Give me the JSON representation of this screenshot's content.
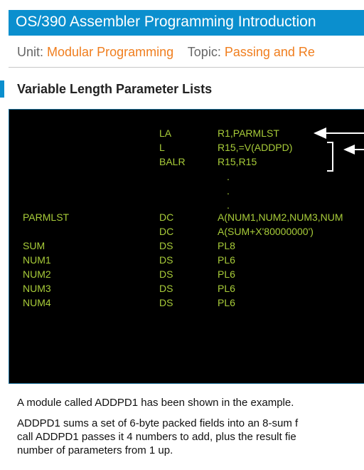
{
  "header": {
    "title": "OS/390 Assembler Programming Introduction"
  },
  "subheader": {
    "unit_label": "Unit:",
    "unit_value": "Modular Programming",
    "topic_label": "Topic:",
    "topic_value": "Passing and Re"
  },
  "section": {
    "title": "Variable Length Parameter Lists"
  },
  "code": {
    "lines": [
      {
        "label": "",
        "op": "LA",
        "operand": "R1,PARMLST"
      },
      {
        "label": "",
        "op": "L",
        "operand": "R15,=V(ADDPD)"
      },
      {
        "label": "",
        "op": "BALR",
        "operand": "R15,R15"
      },
      {
        "label": "PARMLST",
        "op": "DC",
        "operand": "A(NUM1,NUM2,NUM3,NUM"
      },
      {
        "label": "",
        "op": "DC",
        "operand": "A(SUM+X'80000000')"
      },
      {
        "label": "SUM",
        "op": "DS",
        "operand": "PL8"
      },
      {
        "label": "NUM1",
        "op": "DS",
        "operand": "PL6"
      },
      {
        "label": "NUM2",
        "op": "DS",
        "operand": "PL6"
      },
      {
        "label": "NUM3",
        "op": "DS",
        "operand": "PL6"
      },
      {
        "label": "NUM4",
        "op": "DS",
        "operand": "PL6"
      }
    ],
    "ellipsis": [
      ".",
      ".",
      "."
    ]
  },
  "body": {
    "para1": "A module called ADDPD1 has been shown in the example.",
    "para2_lines": [
      "ADDPD1 sums a set of 6-byte packed fields into an 8-sum f",
      "call ADDPD1 passes it 4 numbers to add, plus the result fie",
      "number of parameters from 1 up."
    ]
  },
  "colors": {
    "title_bar": "#0b8fce",
    "accent_orange": "#f07e1e",
    "code_text": "#a8cc39",
    "code_background": "#000000"
  }
}
